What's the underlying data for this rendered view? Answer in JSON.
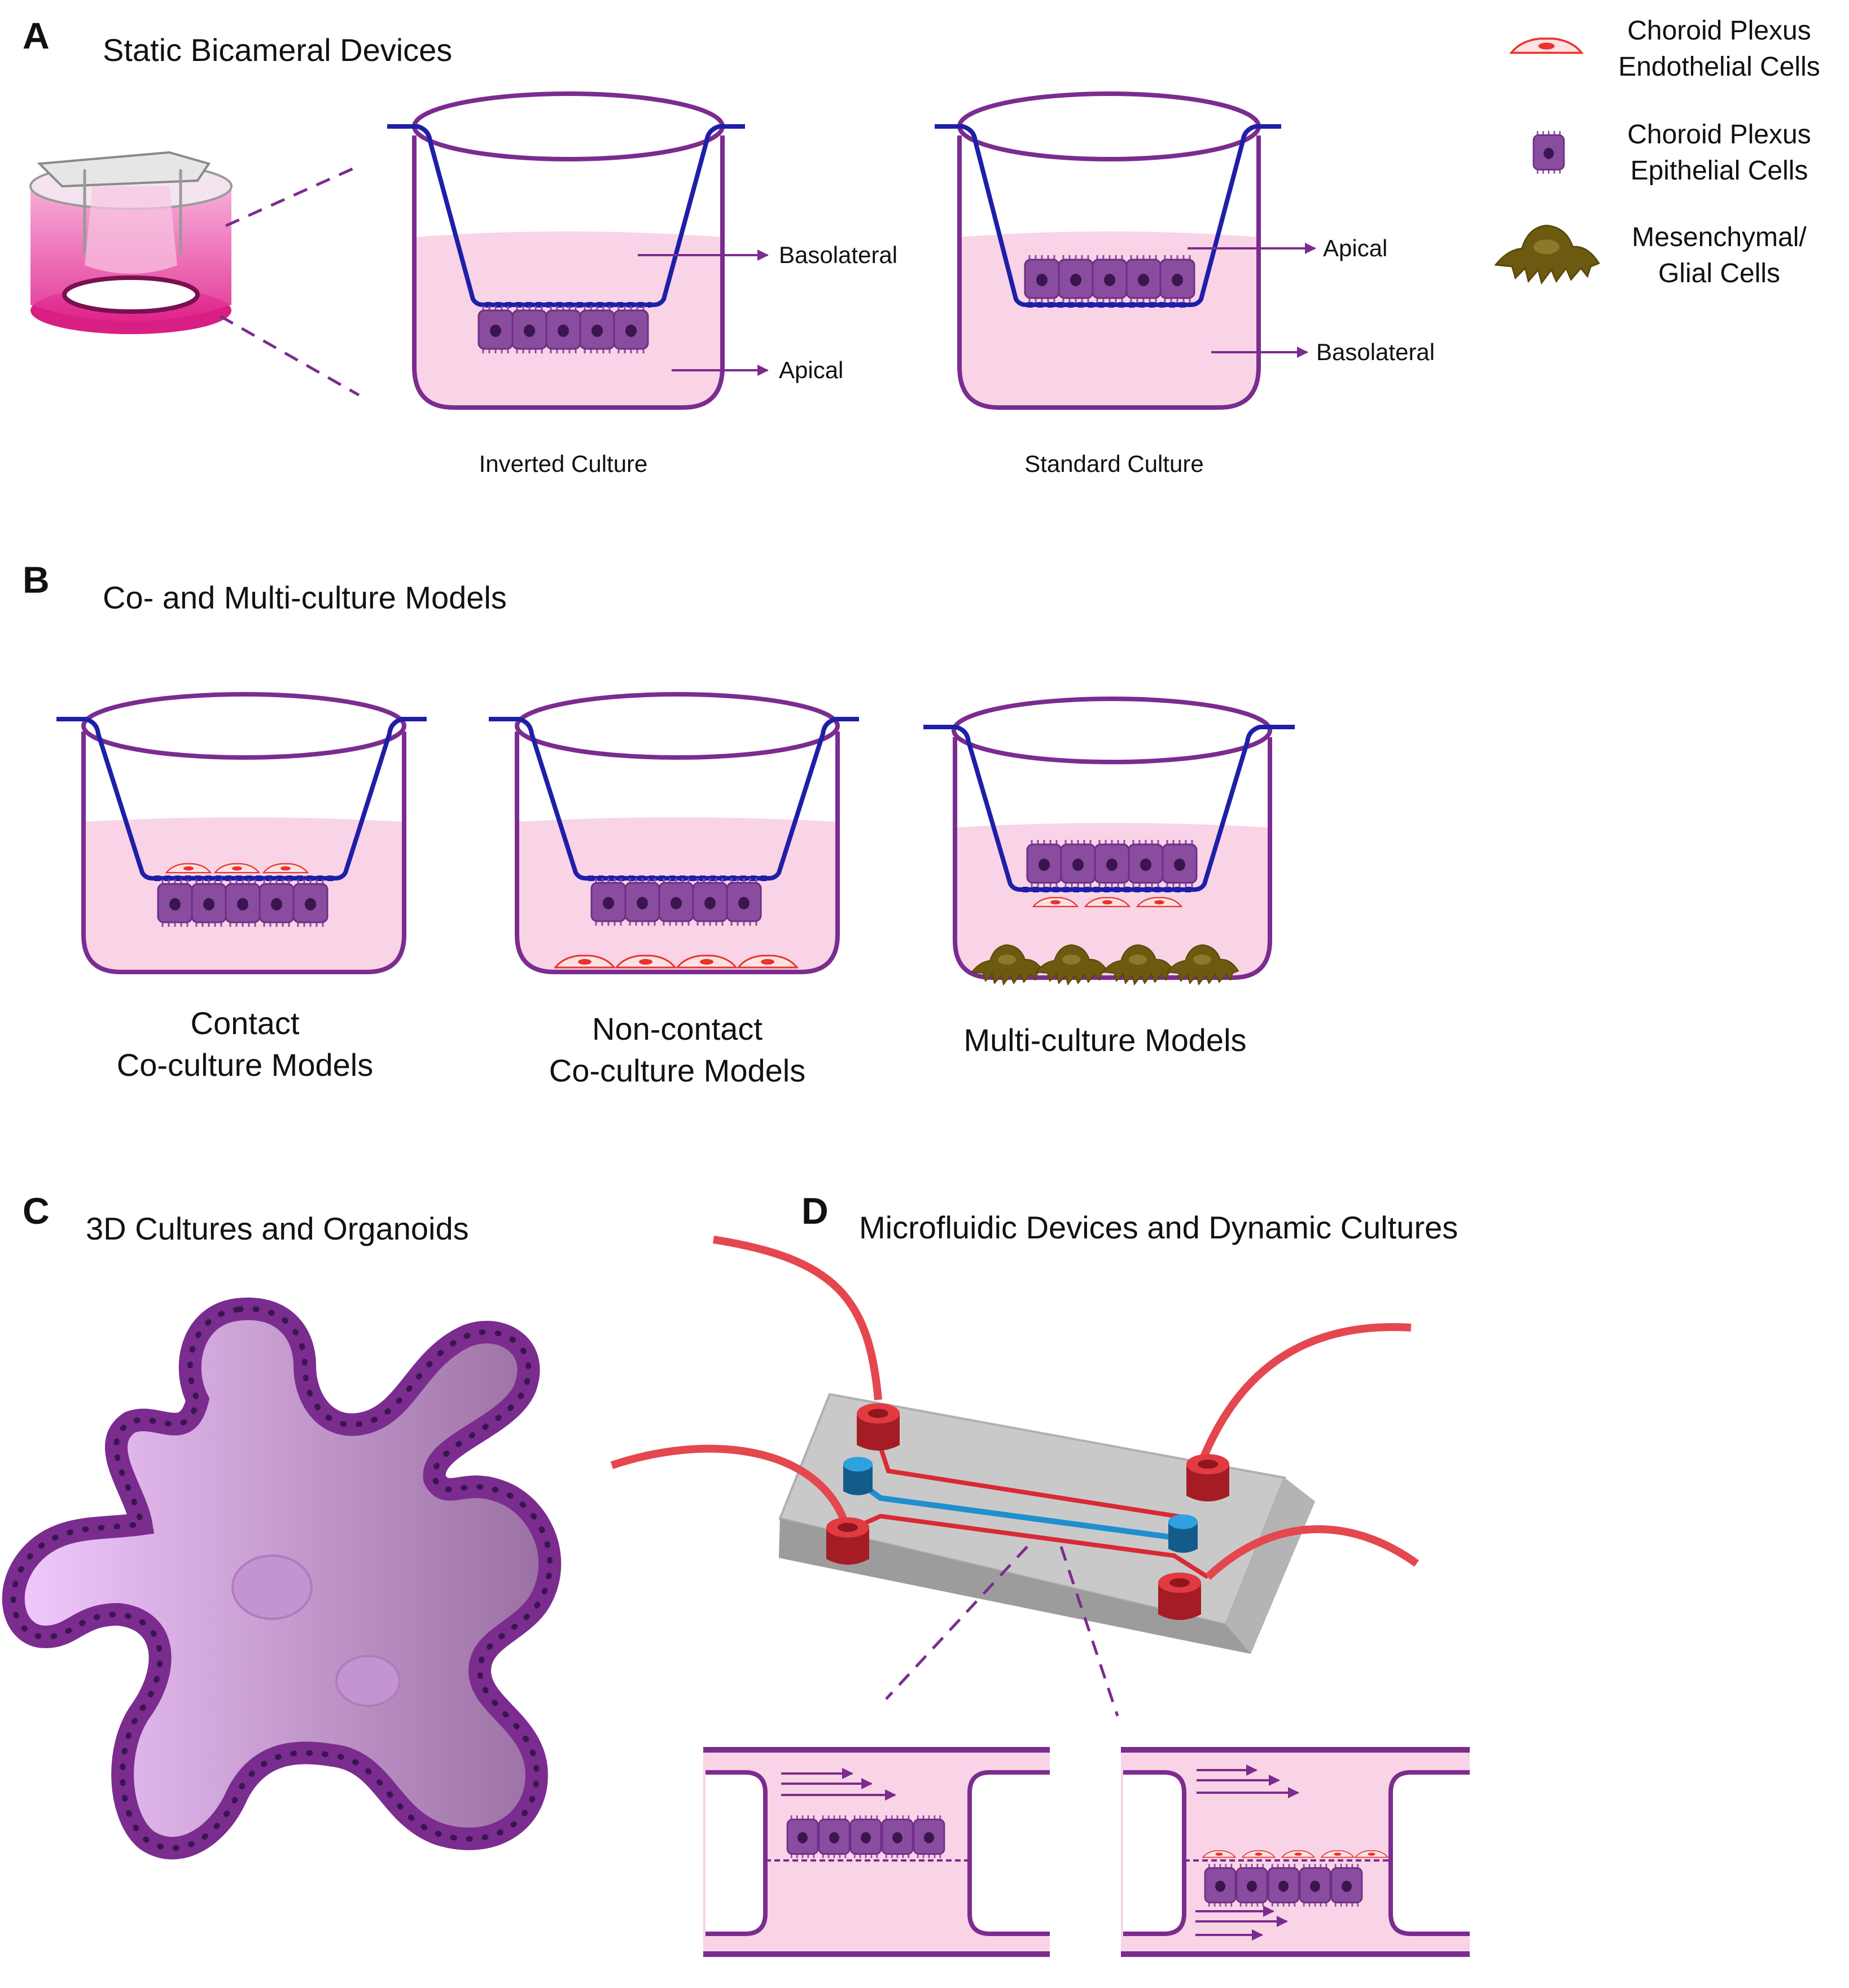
{
  "colors": {
    "purple": "#7b2c8f",
    "navy": "#1e1fa8",
    "media": "#f9d3e6",
    "cell": "#8a4c9e",
    "nucleus": "#3a1650",
    "endo": "#e8342c",
    "glial": "#6b5a10",
    "tube": "#e5474f",
    "port_red": "#c9232b",
    "port_blue": "#1f8fd0",
    "chip": "#c8c8c8"
  },
  "legend": [
    {
      "icon": "endothelial-cell-icon",
      "line1": "Choroid Plexus",
      "line2": "Endothelial Cells"
    },
    {
      "icon": "epithelial-cell-icon",
      "line1": "Choroid Plexus",
      "line2": "Epithelial Cells"
    },
    {
      "icon": "glial-cell-icon",
      "line1": "Mesenchymal/",
      "line2": "Glial Cells"
    }
  ],
  "panel_a": {
    "letter": "A",
    "title": "Static Bicameral Devices",
    "inverted": {
      "caption": "Inverted Culture",
      "upper_label": "Basolateral",
      "lower_label": "Apical"
    },
    "standard": {
      "caption": "Standard Culture",
      "upper_label": "Apical",
      "lower_label": "Basolateral"
    }
  },
  "panel_b": {
    "letter": "B",
    "title": "Co- and Multi-culture Models",
    "contact": {
      "line1": "Contact",
      "line2": "Co-culture Models"
    },
    "noncontact": {
      "line1": "Non-contact",
      "line2": "Co-culture Models"
    },
    "multi": {
      "line1": "Multi-culture Models"
    }
  },
  "panel_c": {
    "letter": "C",
    "title": "3D Cultures and Organoids"
  },
  "panel_d": {
    "letter": "D",
    "title": "Microfluidic Devices and Dynamic Cultures"
  }
}
